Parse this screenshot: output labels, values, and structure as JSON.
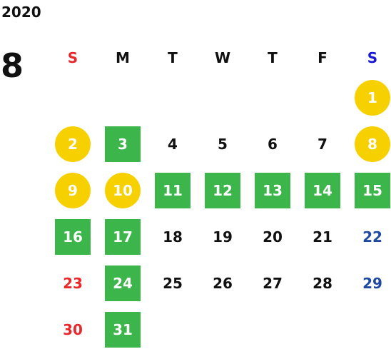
{
  "year": "2020",
  "month": "8",
  "colors": {
    "sunday": "#e8282b",
    "saturday": "#1a1ad6",
    "saturday_day": "#1f4aa0",
    "default": "#111111",
    "green": "#3cb54a",
    "yellow": "#f7d000"
  },
  "weekdays": [
    {
      "label": "S",
      "type": "sunday"
    },
    {
      "label": "M",
      "type": "default"
    },
    {
      "label": "T",
      "type": "default"
    },
    {
      "label": "W",
      "type": "default"
    },
    {
      "label": "T",
      "type": "default"
    },
    {
      "label": "F",
      "type": "default"
    },
    {
      "label": "S",
      "type": "saturday"
    }
  ],
  "days": [
    {
      "n": "1",
      "style": "yellow"
    },
    {
      "n": "2",
      "style": "yellow"
    },
    {
      "n": "3",
      "style": "green"
    },
    {
      "n": "4",
      "style": "plain"
    },
    {
      "n": "5",
      "style": "plain"
    },
    {
      "n": "6",
      "style": "plain"
    },
    {
      "n": "7",
      "style": "plain"
    },
    {
      "n": "8",
      "style": "yellow"
    },
    {
      "n": "9",
      "style": "yellow"
    },
    {
      "n": "10",
      "style": "yellow"
    },
    {
      "n": "11",
      "style": "green"
    },
    {
      "n": "12",
      "style": "green"
    },
    {
      "n": "13",
      "style": "green"
    },
    {
      "n": "14",
      "style": "green"
    },
    {
      "n": "15",
      "style": "green"
    },
    {
      "n": "16",
      "style": "green"
    },
    {
      "n": "17",
      "style": "green"
    },
    {
      "n": "18",
      "style": "plain"
    },
    {
      "n": "19",
      "style": "plain"
    },
    {
      "n": "20",
      "style": "plain"
    },
    {
      "n": "21",
      "style": "plain"
    },
    {
      "n": "22",
      "style": "plain"
    },
    {
      "n": "23",
      "style": "plain"
    },
    {
      "n": "24",
      "style": "green"
    },
    {
      "n": "25",
      "style": "plain"
    },
    {
      "n": "26",
      "style": "plain"
    },
    {
      "n": "27",
      "style": "plain"
    },
    {
      "n": "28",
      "style": "plain"
    },
    {
      "n": "29",
      "style": "plain"
    },
    {
      "n": "30",
      "style": "plain"
    },
    {
      "n": "31",
      "style": "green"
    }
  ]
}
